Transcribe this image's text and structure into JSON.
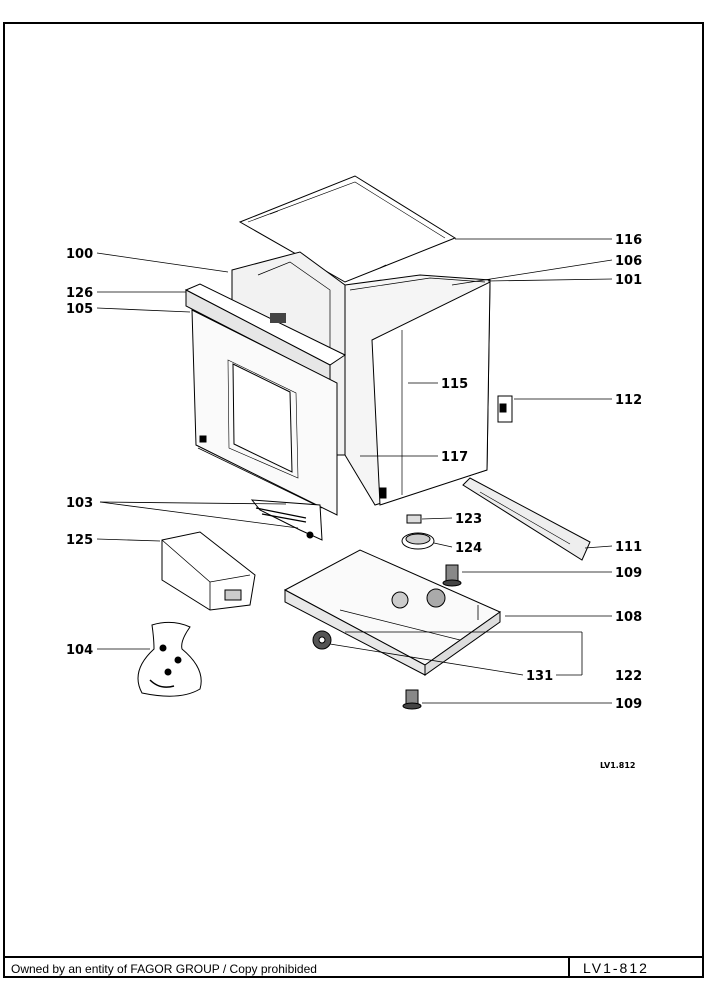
{
  "diagram": {
    "callouts": {
      "c100": "100",
      "c126": "126",
      "c105": "105",
      "c103": "103",
      "c125": "125",
      "c104": "104",
      "c116": "116",
      "c106": "106",
      "c101": "101",
      "c115": "115",
      "c112": "112",
      "c117": "117",
      "c123": "123",
      "c124": "124",
      "c111": "111",
      "c109a": "109",
      "c108": "108",
      "c131": "131",
      "c122": "122",
      "c109b": "109"
    },
    "drawing_ref": "LV1.812"
  },
  "footer": {
    "ownership_note": "Owned by an entity of FAGOR GROUP / Copy prohibided",
    "drawing_code": "LV1-812"
  }
}
